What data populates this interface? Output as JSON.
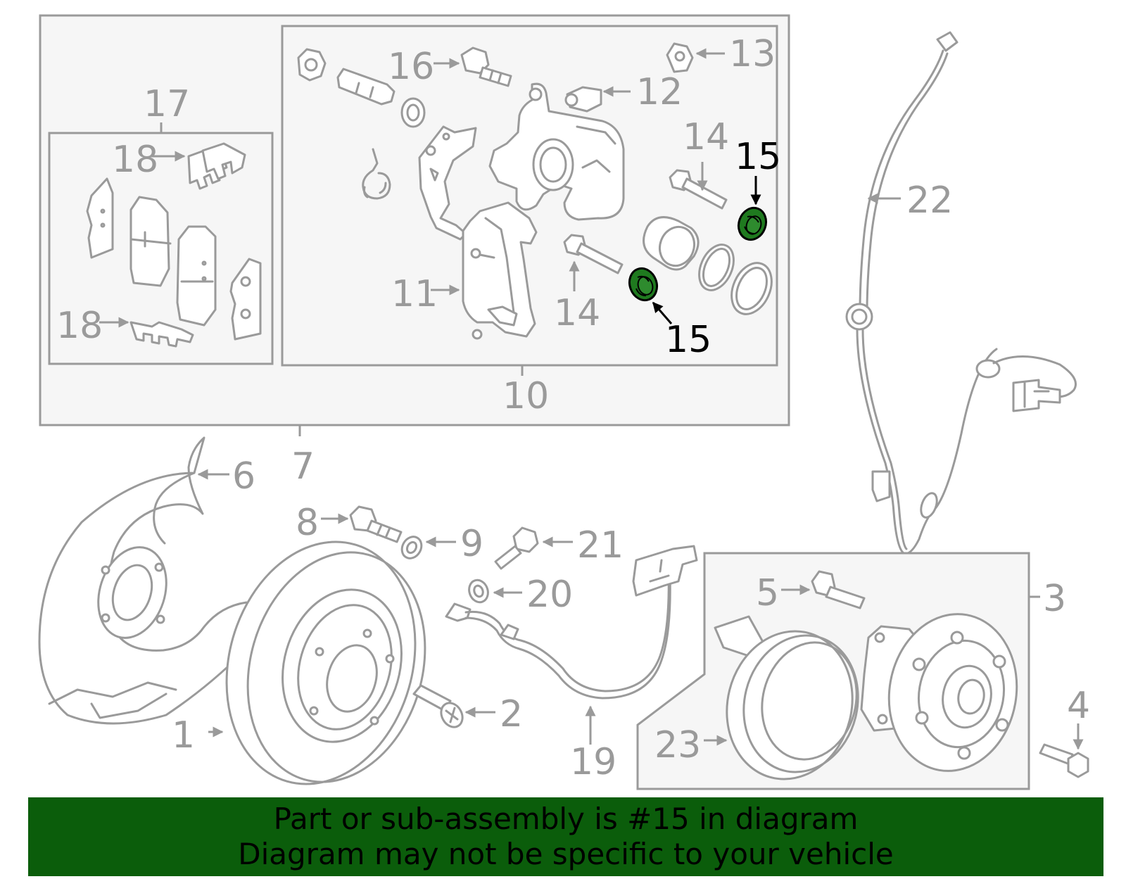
{
  "colors": {
    "highlight": "#1f7a1f",
    "banner_bg": "#0b5d0b",
    "line": "#9a9a9a",
    "panel": "#f6f6f6"
  },
  "labels": {
    "p1": "1",
    "p2": "2",
    "p3": "3",
    "p4": "4",
    "p5": "5",
    "p6": "6",
    "p7": "7",
    "p8": "8",
    "p9": "9",
    "p10": "10",
    "p11": "11",
    "p12": "12",
    "p13": "13",
    "p14a": "14",
    "p14b": "14",
    "p15a": "15",
    "p15b": "15",
    "p16": "16",
    "p17": "17",
    "p18a": "18",
    "p18b": "18",
    "p19": "19",
    "p20": "20",
    "p21": "21",
    "p22": "22",
    "p23": "23"
  },
  "banner": {
    "line1": "Part or sub-assembly is #15 in diagram",
    "line2": "Diagram may not be specific to your vehicle"
  }
}
